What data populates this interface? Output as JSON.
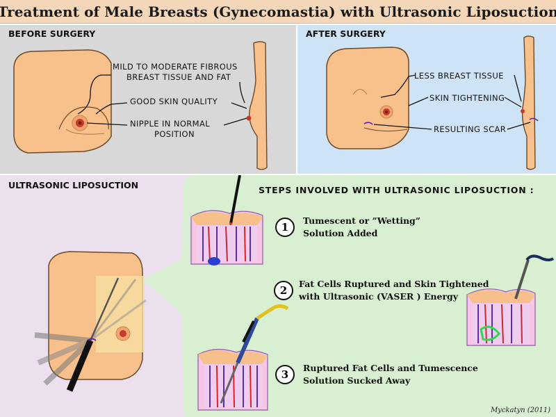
{
  "title": "Treatment of Male Breasts (Gynecomastia) with Ultrasonic Liposuction",
  "before": {
    "label": "BEFORE SURGERY",
    "notes": {
      "fibrous_line1": "MILD TO MODERATE FIBROUS",
      "fibrous_line2": "BREAST TISSUE AND FAT",
      "skin": "GOOD SKIN QUALITY",
      "nipple_line1": "NIPPLE IN NORMAL",
      "nipple_line2": "POSITION"
    }
  },
  "after": {
    "label": "AFTER SURGERY",
    "notes": {
      "tissue": "LESS BREAST TISSUE",
      "skin": "SKIN TIGHTENING",
      "scar": "RESULTING SCAR"
    }
  },
  "lipo": {
    "label": "ULTRASONIC LIPOSUCTION",
    "steps_heading": "STEPS INVOLVED WITH ULTRASONIC LIPOSUCTION :",
    "steps": [
      {
        "number": "1",
        "line1": "Tumescent  or ”Wetting”",
        "line2": "Solution Added"
      },
      {
        "number": "2",
        "line1": "Fat Cells Ruptured and Skin Tightened",
        "line2": "with Ultrasonic (VASER ) Energy"
      },
      {
        "number": "3",
        "line1": "Ruptured Fat Cells and Tumescence",
        "line2": "Solution Sucked Away"
      }
    ],
    "credit": "Myckatyn (2011)"
  },
  "colors": {
    "title_bg": "#f3d7b8",
    "before_bg": "#d8d8d8",
    "after_bg": "#cfe3f6",
    "lipo_bg": "#ece0ee",
    "steps_bg": "#d9efd1",
    "skin": "#f8c08a",
    "skin_outline": "#6b4a2a",
    "nipple": "#c43b2e"
  }
}
